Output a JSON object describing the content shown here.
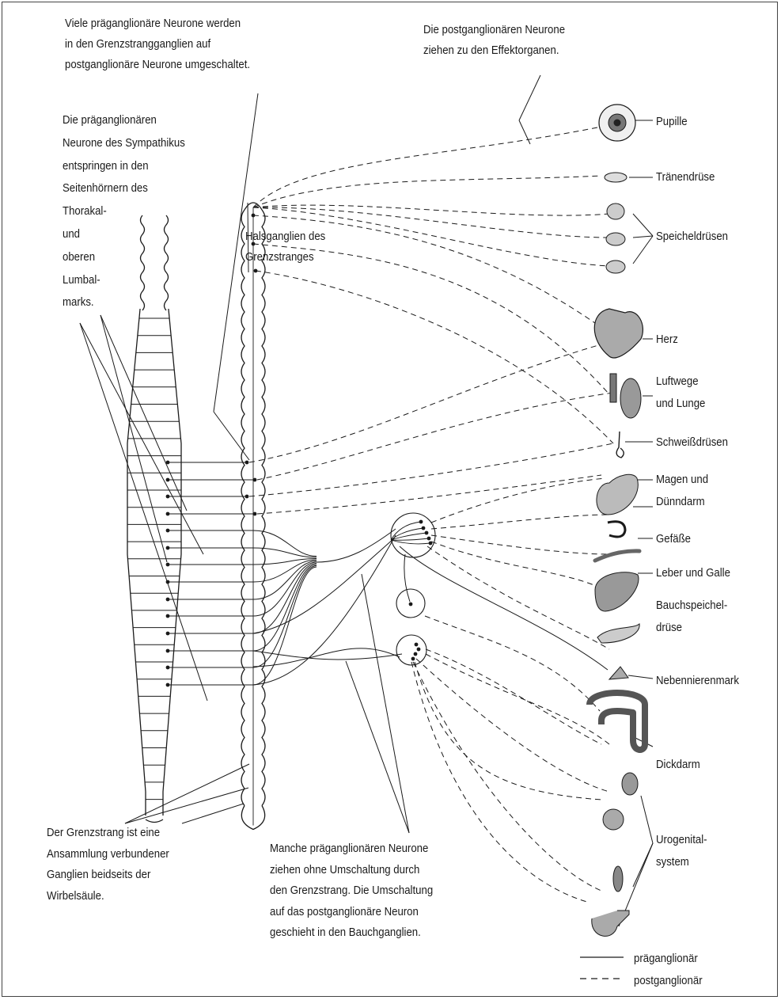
{
  "annotations": {
    "top_left": [
      "Viele präganglionäre Neurone werden",
      "in den Grenzstrangganglien auf",
      "postganglionäre Neurone umgeschaltet."
    ],
    "top_right": [
      "Die postganglionären Neurone",
      "ziehen zu den Effektorganen."
    ],
    "left_origin": [
      "Die präganglionären",
      "Neurone des Sympathikus",
      "entspringen in den",
      "Seitenhörnern des",
      "Thorakal-",
      "und",
      "oberen",
      "Lumbal-",
      "marks."
    ],
    "cervical": [
      "Halsganglien des",
      "Grenzstranges"
    ],
    "bottom_left": [
      "Der Grenzstrang ist eine",
      "Ansammlung verbundener",
      "Ganglien beidseits der",
      "Wirbelsäule."
    ],
    "bottom_middle": [
      "Manche präganglionären Neurone",
      "ziehen ohne Umschaltung durch",
      "den Grenzstrang. Die Umschaltung",
      "auf das postganglionäre Neuron",
      "geschieht in den Bauchganglien."
    ]
  },
  "organs": {
    "pupille": "Pupille",
    "traenendruese": "Tränendrüse",
    "speicheldruesen": "Speicheldrüsen",
    "herz": "Herz",
    "luftwege": [
      "Luftwege",
      "und Lunge"
    ],
    "schweissdruesen": "Schweißdrüsen",
    "magen": [
      "Magen und",
      "Dünndarm"
    ],
    "gefaesse": "Gefäße",
    "leber": "Leber und Galle",
    "bauchspeichel": [
      "Bauchspeichel-",
      "drüse"
    ],
    "nebenniere": "Nebennierenmark",
    "dickdarm": "Dickdarm",
    "urogenital": [
      "Urogenital-",
      "system"
    ]
  },
  "legend": {
    "pre": "präganglionär",
    "post": "postganglionär"
  }
}
